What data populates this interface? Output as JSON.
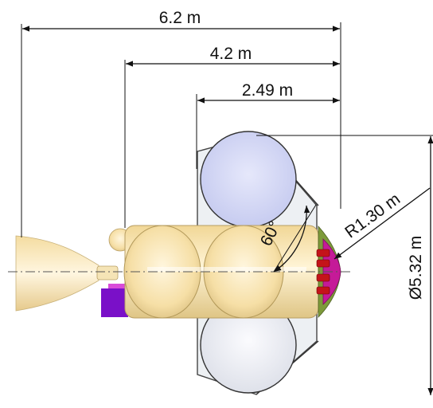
{
  "dimensions": {
    "overall_length": "6.2 m",
    "mid_length": "4.2 m",
    "short_length": "2.49 m",
    "radius": "R1.30 m",
    "angle": "60°",
    "diameter": "Ø5.32 m"
  },
  "colors": {
    "hull": "#f6dfa6",
    "hull_highlight": "#fff4d6",
    "hull_shadow": "#d9bd7c",
    "side_tank_top": "#cfd3f2",
    "side_tank_bottom": "#e6e8f2",
    "support_cone": "#e9ecf0",
    "heat_shield": "#c51a98",
    "heat_shield_rim": "#7d9a3a",
    "thrusters": "#c4141a",
    "box_purple": "#7a10c8",
    "box_magenta": "#d94bd9",
    "dimension_lines": "#111111",
    "centerline": "#555555"
  }
}
